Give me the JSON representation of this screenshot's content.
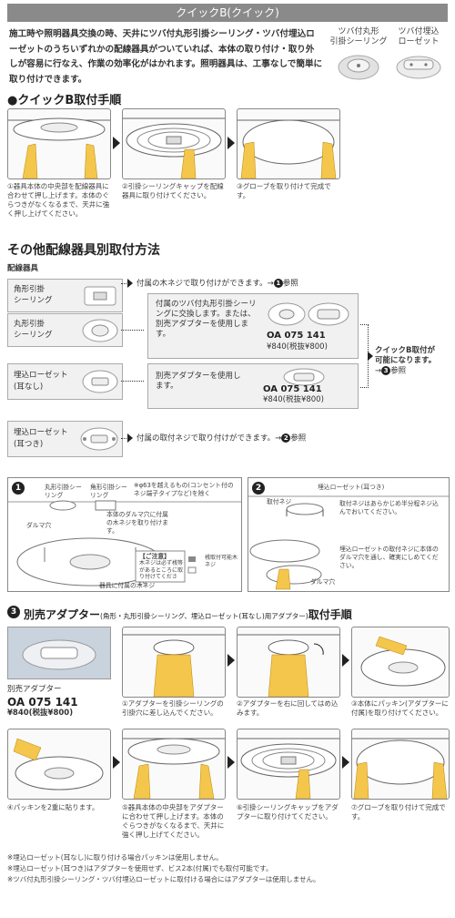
{
  "banner": {
    "title": "クイックB(クイック)"
  },
  "intro": {
    "text": "施工時や照明器具交換の時、天井にツバ付丸形引掛シーリング・ツバ付埋込ローゼットのうちいずれかの配線器具がついていれば、本体の取り付け・取り外しが容易に行なえ、作業の効率化がはかれます。照明器具は、工事なしで簡単に取り付けできます。"
  },
  "products": [
    {
      "label_1": "ツバ付丸形",
      "label_2": "引掛シーリング"
    },
    {
      "label_1": "ツバ付埋込",
      "label_2": "ローゼット"
    }
  ],
  "section1": {
    "heading": "●クイックB取付手順",
    "steps": [
      {
        "caption": "①器具本体の中央部を配線器具に合わせて押し上げます。本体のぐらつきがなくなるまで、天井に強く押し上げてください。"
      },
      {
        "caption": "②引掛シーリングキャップを配線器具に取り付けてください。"
      },
      {
        "caption": "③グローブを取り付けて完成です。"
      }
    ]
  },
  "section2": {
    "heading": "その他配線器具別取付方法",
    "sublabel": "配線器具",
    "devices": [
      {
        "label_1": "角形引掛",
        "label_2": "シーリング"
      },
      {
        "label_1": "丸形引掛",
        "label_2": "シーリング"
      },
      {
        "label_1": "埋込ローゼット",
        "label_2": "(耳なし)"
      },
      {
        "label_1": "埋込ローゼット",
        "label_2": "(耳つき)"
      }
    ],
    "note_top_1": "付属の木ネジで取り付けができます。→",
    "note_top_2": "参照",
    "note_bottom_1": "付属の取付ネジで取り付けができます。→",
    "note_bottom_2": "参照",
    "box1": {
      "lines": "付属のツバ付丸形引掛シーリングに交換します。または、別売アダプターを使用します。",
      "model": "OA 075 141",
      "price": "¥840(税抜¥800)"
    },
    "box2": {
      "lines": "別売アダプターを使用します。",
      "model": "OA 075 141",
      "price": "¥840(税抜¥800)"
    },
    "right_note_1": "クイックB取付が",
    "right_note_2": "可能になります。",
    "right_note_3": "→",
    "right_note_4": "参照"
  },
  "diagrams": {
    "d1": {
      "num": "1",
      "label_round": "丸形引掛シーリング",
      "label_square": "角形引掛シーリング",
      "note": "※φ63を越えるもの(コンセント付のネジ端子タイプなど)を除く",
      "dalma": "ダルマ穴",
      "body_note": "本体のダルマ穴に付属の木ネジを取り付けます。",
      "caution_title": "【ご注意】",
      "caution_text": "木ネジは必ず桟等があるところに取り付けてください。",
      "box_legend": "桟取付可能木ネジ",
      "bottom": "器具に付属の木ネジ"
    },
    "d2": {
      "num": "2",
      "label_rosette": "埋込ローゼット(耳つき)",
      "screw_label": "取付ネジ",
      "note1": "取付ネジはあらかじめ半分程ネジ込んでおいてください。",
      "note2": "埋込ローゼットの取付ネジに本体のダルマ穴を通し、確実にしめてください。",
      "dalma": "ダルマ穴"
    }
  },
  "section3": {
    "num": "3",
    "heading_a": "別売アダプター",
    "heading_b": "(角形・丸形引掛シーリング、埋込ローゼット(耳なし)用アダプター)",
    "heading_c": "取付手順",
    "adapter_label": "別売アダプター",
    "model": "OA 075 141",
    "price": "¥840(税抜¥800)",
    "steps": [
      {
        "caption": "①アダプターを引掛シーリングの引掛穴に差し込んでください。"
      },
      {
        "caption": "②アダプターを右に回してはめ込みます。"
      },
      {
        "caption": "③本体にパッキン(アダプターに付属)を取り付けてください。"
      },
      {
        "caption": "④パッキンを2重に貼ります。"
      },
      {
        "caption": "⑤器具本体の中央部をアダプターに合わせて押し上げます。本体のぐらつきがなくなるまで、天井に強く押し上げてください。"
      },
      {
        "caption": "⑥引掛シーリングキャップをアダプターに取り付けてください。"
      },
      {
        "caption": "⑦グローブを取り付けて完成です。"
      }
    ]
  },
  "footnotes": [
    "※埋込ローゼット(耳なし)に取り付ける場合パッキンは使用しません。",
    "※埋込ローゼット(耳つき)はアダプターを使用せず、ビス2本(付属)でも取付可能です。",
    "※ツバ付丸形引掛シーリング・ツバ付埋込ローゼットに取付ける場合にはアダプターは使用しません。"
  ]
}
